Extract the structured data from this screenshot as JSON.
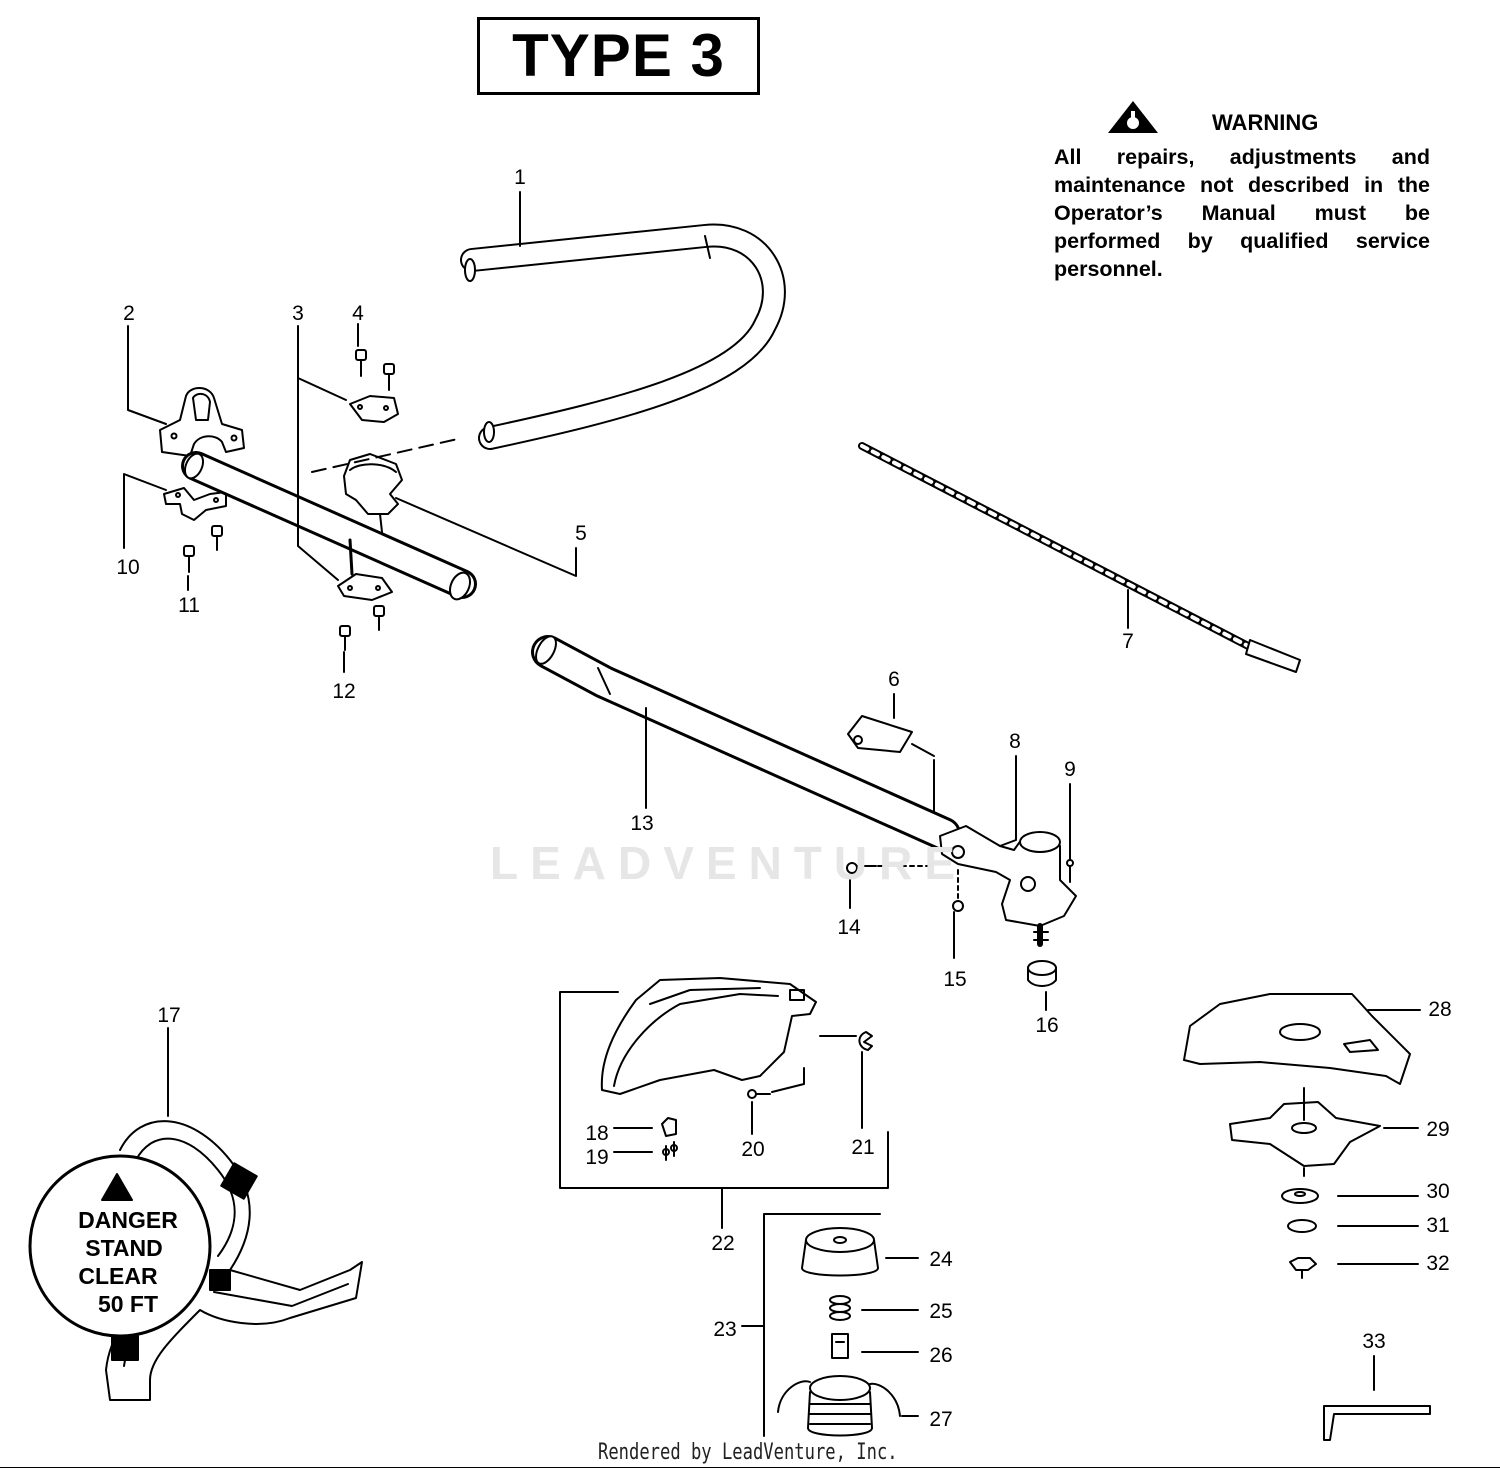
{
  "title": "TYPE 3",
  "warning": {
    "title": "WARNING",
    "body": "All repairs, adjustments and maintenance not described in the Operator’s Manual must be performed by qualified service personnel.",
    "icon": "warning-triangle-icon"
  },
  "watermark": "LEADVENTURE",
  "footer": "Rendered by LeadVenture, Inc.",
  "callouts": {
    "c1": "1",
    "c2": "2",
    "c3": "3",
    "c4": "4",
    "c5": "5",
    "c6": "6",
    "c7": "7",
    "c8": "8",
    "c9": "9",
    "c10": "10",
    "c11": "11",
    "c12": "12",
    "c13": "13",
    "c14": "14",
    "c15": "15",
    "c16": "16",
    "c17": "17",
    "c18": "18",
    "c19": "19",
    "c20": "20",
    "c21": "21",
    "c22": "22",
    "c23": "23",
    "c24": "24",
    "c25": "25",
    "c26": "26",
    "c27": "27",
    "c28": "28",
    "c29": "29",
    "c30": "30",
    "c31": "31",
    "c32": "32",
    "c33": "33"
  },
  "danger_sign": {
    "line1": "DANGER",
    "line2": "STAND",
    "line3": "CLEAR",
    "line4": "50 FT"
  }
}
